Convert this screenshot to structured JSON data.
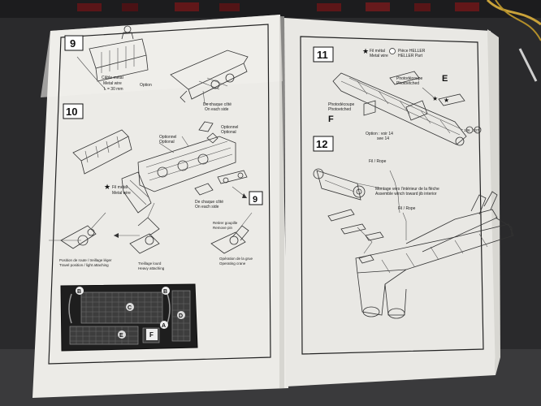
{
  "left_page": {
    "steps": {
      "s9": "9",
      "s10": "10",
      "s9_ref": "9"
    },
    "labels": {
      "cable_metal": "Câble métal",
      "metal_wire": "Metal wire",
      "length": "L = 30 mm",
      "option": "Option",
      "de_chaque_cote": "De chaque côté",
      "on_each_side": "On each side",
      "optional_fr": "Optionnel",
      "optional_en": "Optional",
      "fil_metal": "Fil métal",
      "metal_wire_2": "Metal wire",
      "de_chaque_cote_2": "De chaque côté",
      "on_each_side_2": "On each side",
      "position_route_fr": "Position de route / treillage léger",
      "position_route_en": "Travel position / light attaching",
      "treillage_fr": "Treillage lourd",
      "treillage_en": "Heavy attaching",
      "retirer_fr": "Retirer goupille",
      "retirer_en": "Remove pin",
      "operation_fr": "Opération de la grue",
      "operation_en": "Operating crane"
    },
    "fret_letters": [
      "B",
      "B",
      "C",
      "D",
      "E",
      "A",
      "F"
    ]
  },
  "right_page": {
    "steps": {
      "s11": "11",
      "s12": "12"
    },
    "labels": {
      "fil_metal": "Fil métal",
      "metal_wire": "Metal wire",
      "piece_heller": "Pièce HELLER",
      "heller_part": "HELLER Part",
      "photodecoupe_e": "Photodécoupe",
      "photoetched_e": "Photoetched",
      "letter_e": "E",
      "photodecoupe_f": "Photodécoupe",
      "photoetched_f": "Photoetched",
      "letter_f": "F",
      "option_voir": "Option : voir 14",
      "see_14": "see 14",
      "part_a": "136",
      "part_b": "137",
      "fil_rope": "Fil / Rope",
      "montage_fr": "Montage vers l'intérieur de la flèche",
      "montage_en": "Assemble winch toward jib interior",
      "fil_rope_2": "Fil / Rope"
    }
  }
}
